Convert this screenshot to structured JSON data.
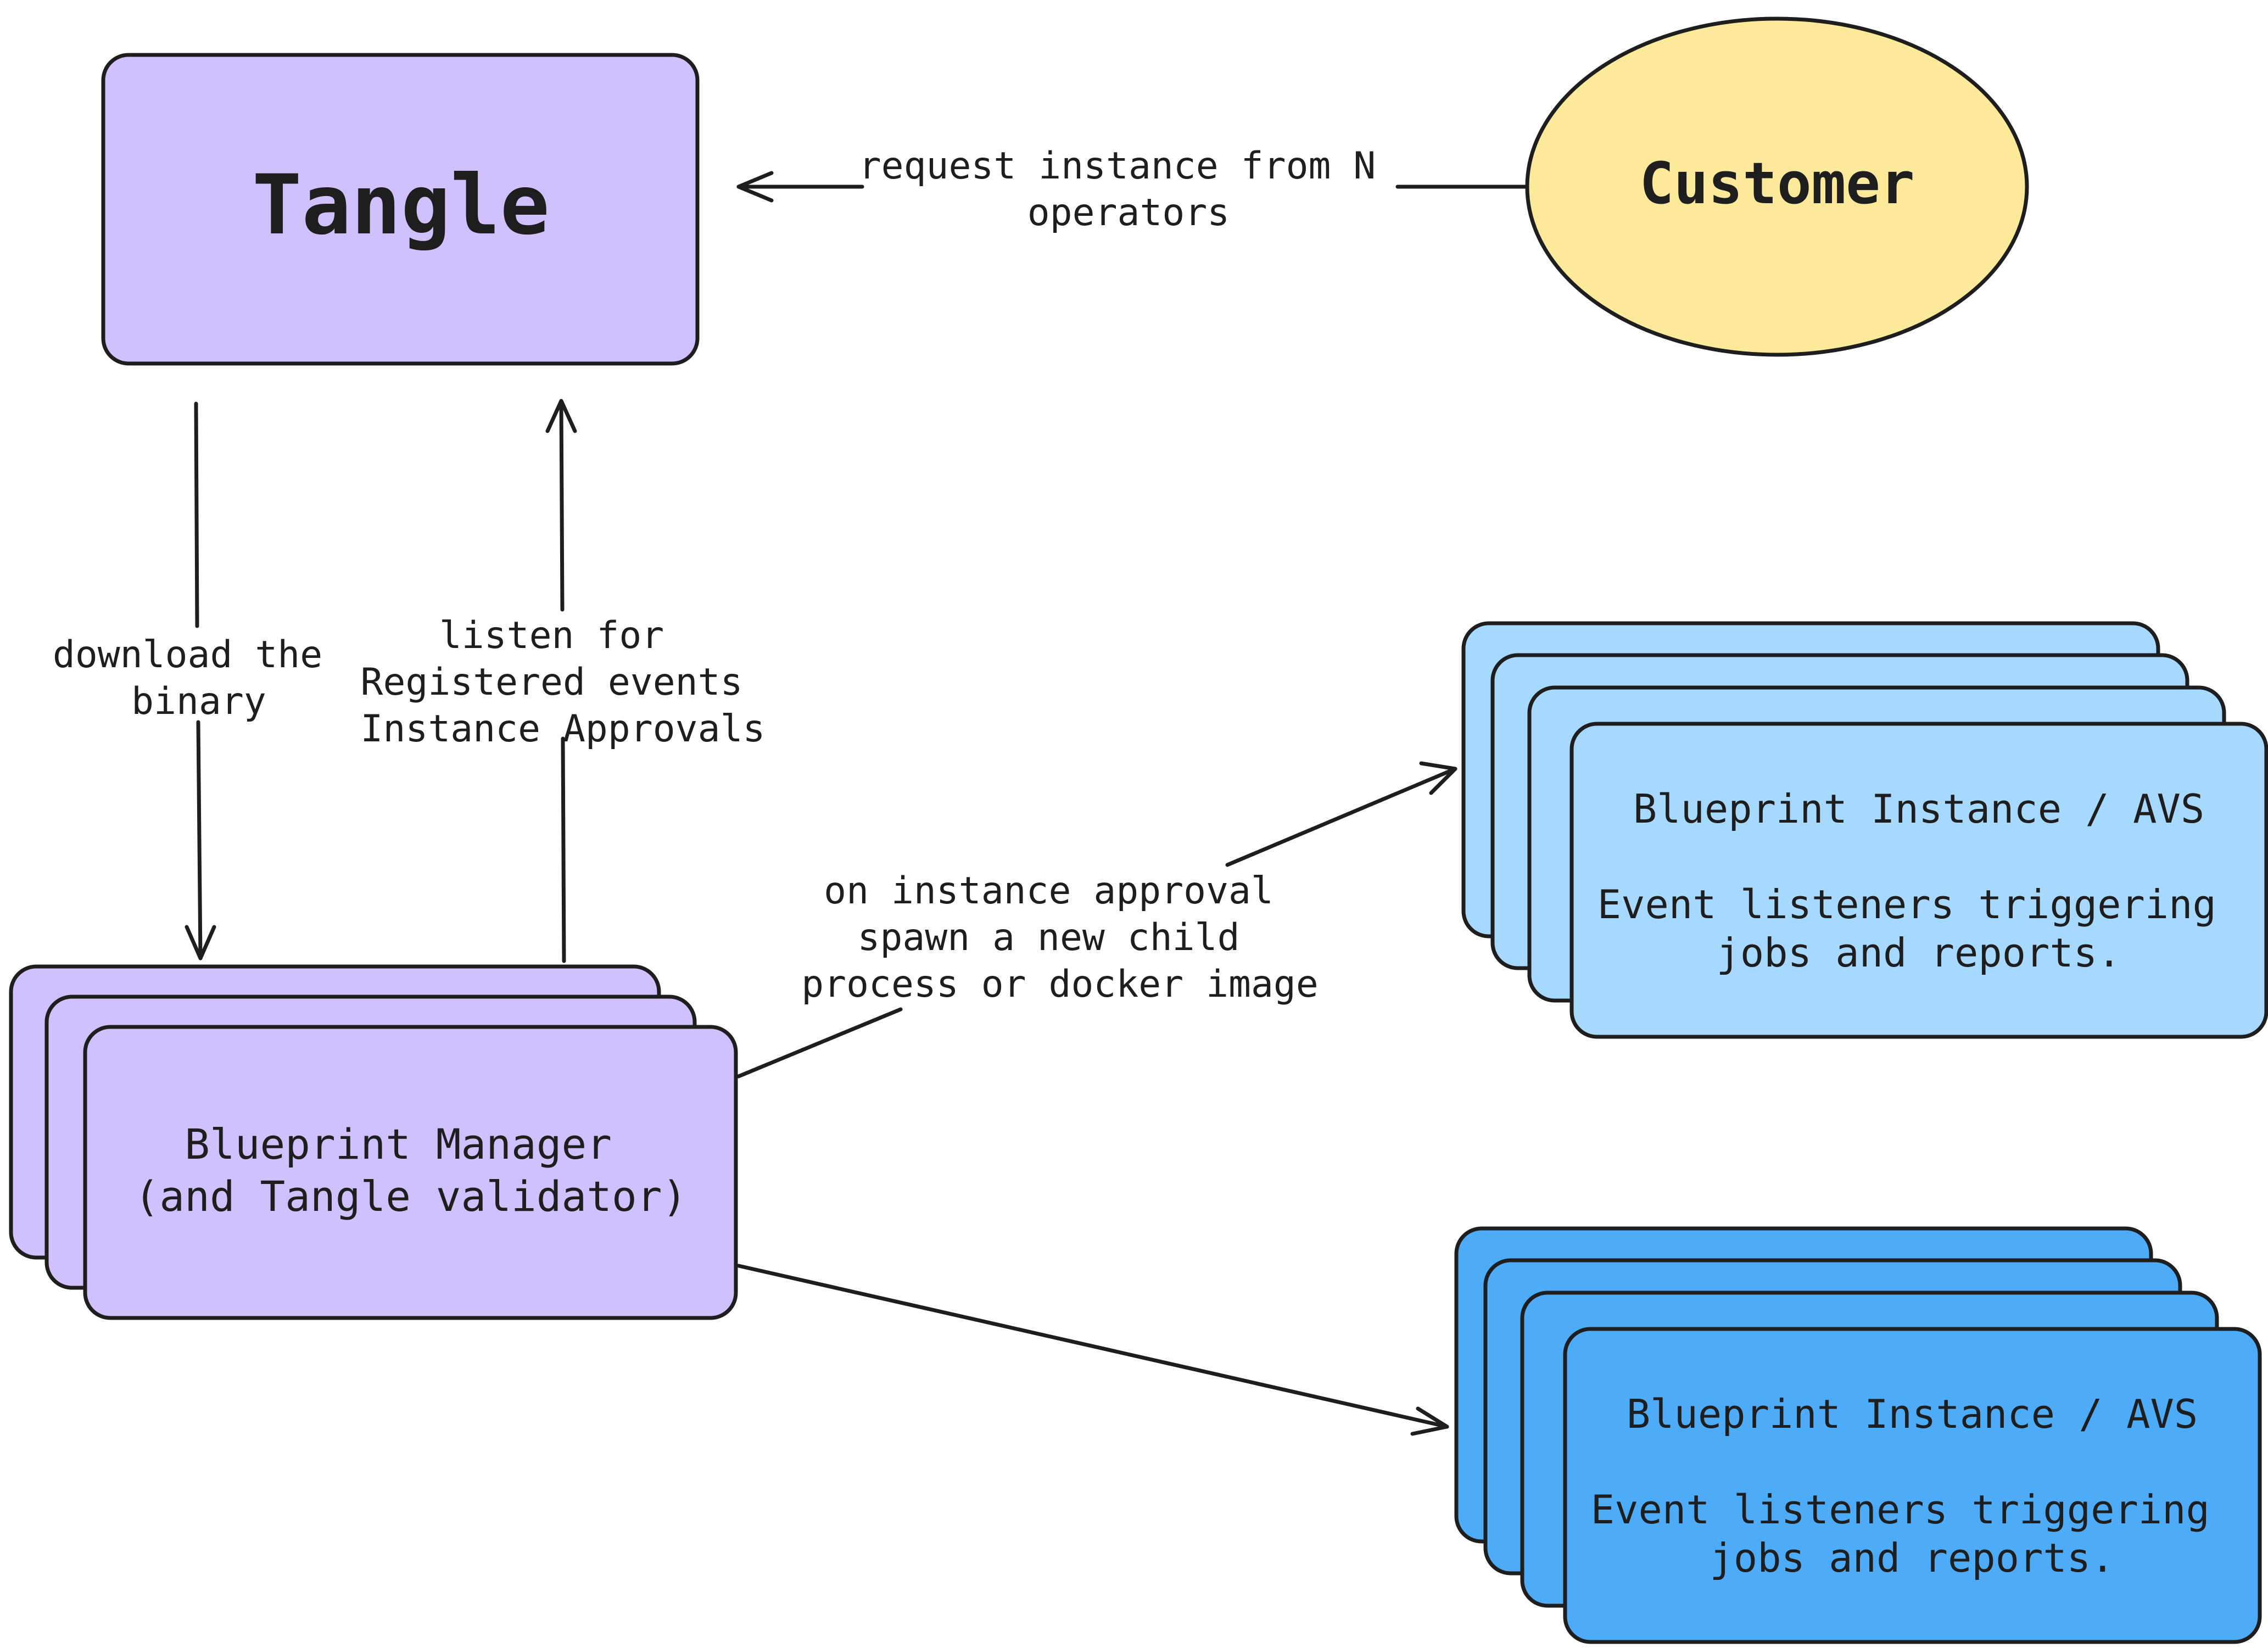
{
  "colors": {
    "stroke": "#1e1e1e",
    "tangle_fill": "#d0c0fd",
    "customer_fill": "#fde99a",
    "instance_light_fill": "#a7d8fd",
    "instance_dark_fill": "#4dabf7",
    "background": "#ffffff"
  },
  "nodes": {
    "tangle": {
      "label": "Tangle"
    },
    "customer": {
      "label": "Customer"
    },
    "manager": {
      "line1": "Blueprint Manager",
      "line2": "(and Tangle validator)"
    },
    "instance_group_1": {
      "title": "Blueprint Instance / AVS",
      "desc_line1": "Event listeners triggering",
      "desc_line2": "jobs and reports."
    },
    "instance_group_2": {
      "title": "Blueprint Instance / AVS",
      "desc_line1": "Event listeners triggering",
      "desc_line2": "jobs and reports."
    }
  },
  "edges": {
    "request": {
      "line1": "request instance from N",
      "line2": "operators"
    },
    "download": {
      "line1": "download the",
      "line2": "binary"
    },
    "listen": {
      "line1": "listen for",
      "line2": "Registered events",
      "line3": "Instance Approvals"
    },
    "spawn": {
      "line1": "on instance approval",
      "line2": "spawn a new child",
      "line3": "process or docker image"
    }
  }
}
